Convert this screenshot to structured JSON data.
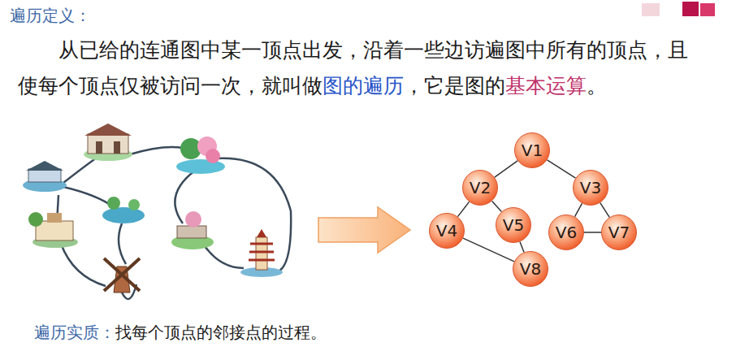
{
  "diagram": {
    "title": "遍历定义：",
    "nodes": [
      {
        "text": [
          "V1"
        ]
      },
      {
        "text": [
          "V2"
        ]
      },
      {
        "text": [
          "V3"
        ]
      },
      {
        "text": [
          "V4"
        ]
      },
      {
        "text": [
          "V5"
        ]
      },
      {
        "text": [
          "V6"
        ]
      },
      {
        "text": [
          "V7"
        ]
      },
      {
        "text": [
          "V8"
        ]
      }
    ],
    "edges": [
      {
        "from": 0,
        "to": 1,
        "arrow": "none"
      },
      {
        "from": 0,
        "to": 2,
        "arrow": "none"
      },
      {
        "from": 1,
        "to": 3,
        "arrow": "none"
      },
      {
        "from": 1,
        "to": 4,
        "arrow": "none"
      },
      {
        "from": 2,
        "to": 5,
        "arrow": "none"
      },
      {
        "from": 2,
        "to": 6,
        "arrow": "none"
      },
      {
        "from": 5,
        "to": 6,
        "arrow": "none"
      },
      {
        "from": 3,
        "to": 7,
        "arrow": "none"
      },
      {
        "from": 4,
        "to": 7,
        "arrow": "none"
      }
    ],
    "labels": [
      "从已给的连通图中某一顶点出发，沿着一些边访遍图中所有的顶点，且使每个顶点仅被访问一次，就叫做",
      "图的遍历",
      "，它是图的",
      "基本运算",
      "。",
      "遍历实质：",
      "找每个顶点的邻接点的过程。"
    ]
  }
}
